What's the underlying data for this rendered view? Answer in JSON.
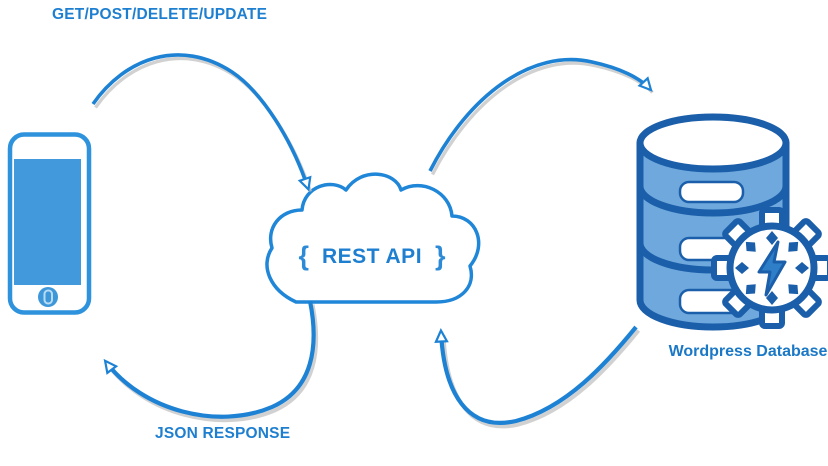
{
  "labels": {
    "request": "GET/POST/DELETE/UPDATE",
    "response": "JSON RESPONSE",
    "database": "Wordpress Database"
  },
  "cloud": {
    "brace_left": "{",
    "label": "REST API",
    "brace_right": "}"
  },
  "icons": {
    "client": "smartphone-icon",
    "api": "cloud-icon",
    "database": "database-cylinder-icon",
    "processor": "gear-lightning-icon",
    "connectors": [
      "arrow-phone-to-cloud",
      "arrow-cloud-to-database",
      "arrow-database-to-cloud",
      "arrow-cloud-to-phone"
    ]
  },
  "colors": {
    "accent_arrow": "#1e82d4",
    "label_text": "#1e7fd0",
    "phone_stroke": "#2e93dc",
    "phone_screen": "#4299db",
    "db_fill": "#6fa8dc",
    "db_outline": "#1b5ea9",
    "bolt_fill": "#2e7fc8",
    "shadow": "#bdbdbd"
  }
}
